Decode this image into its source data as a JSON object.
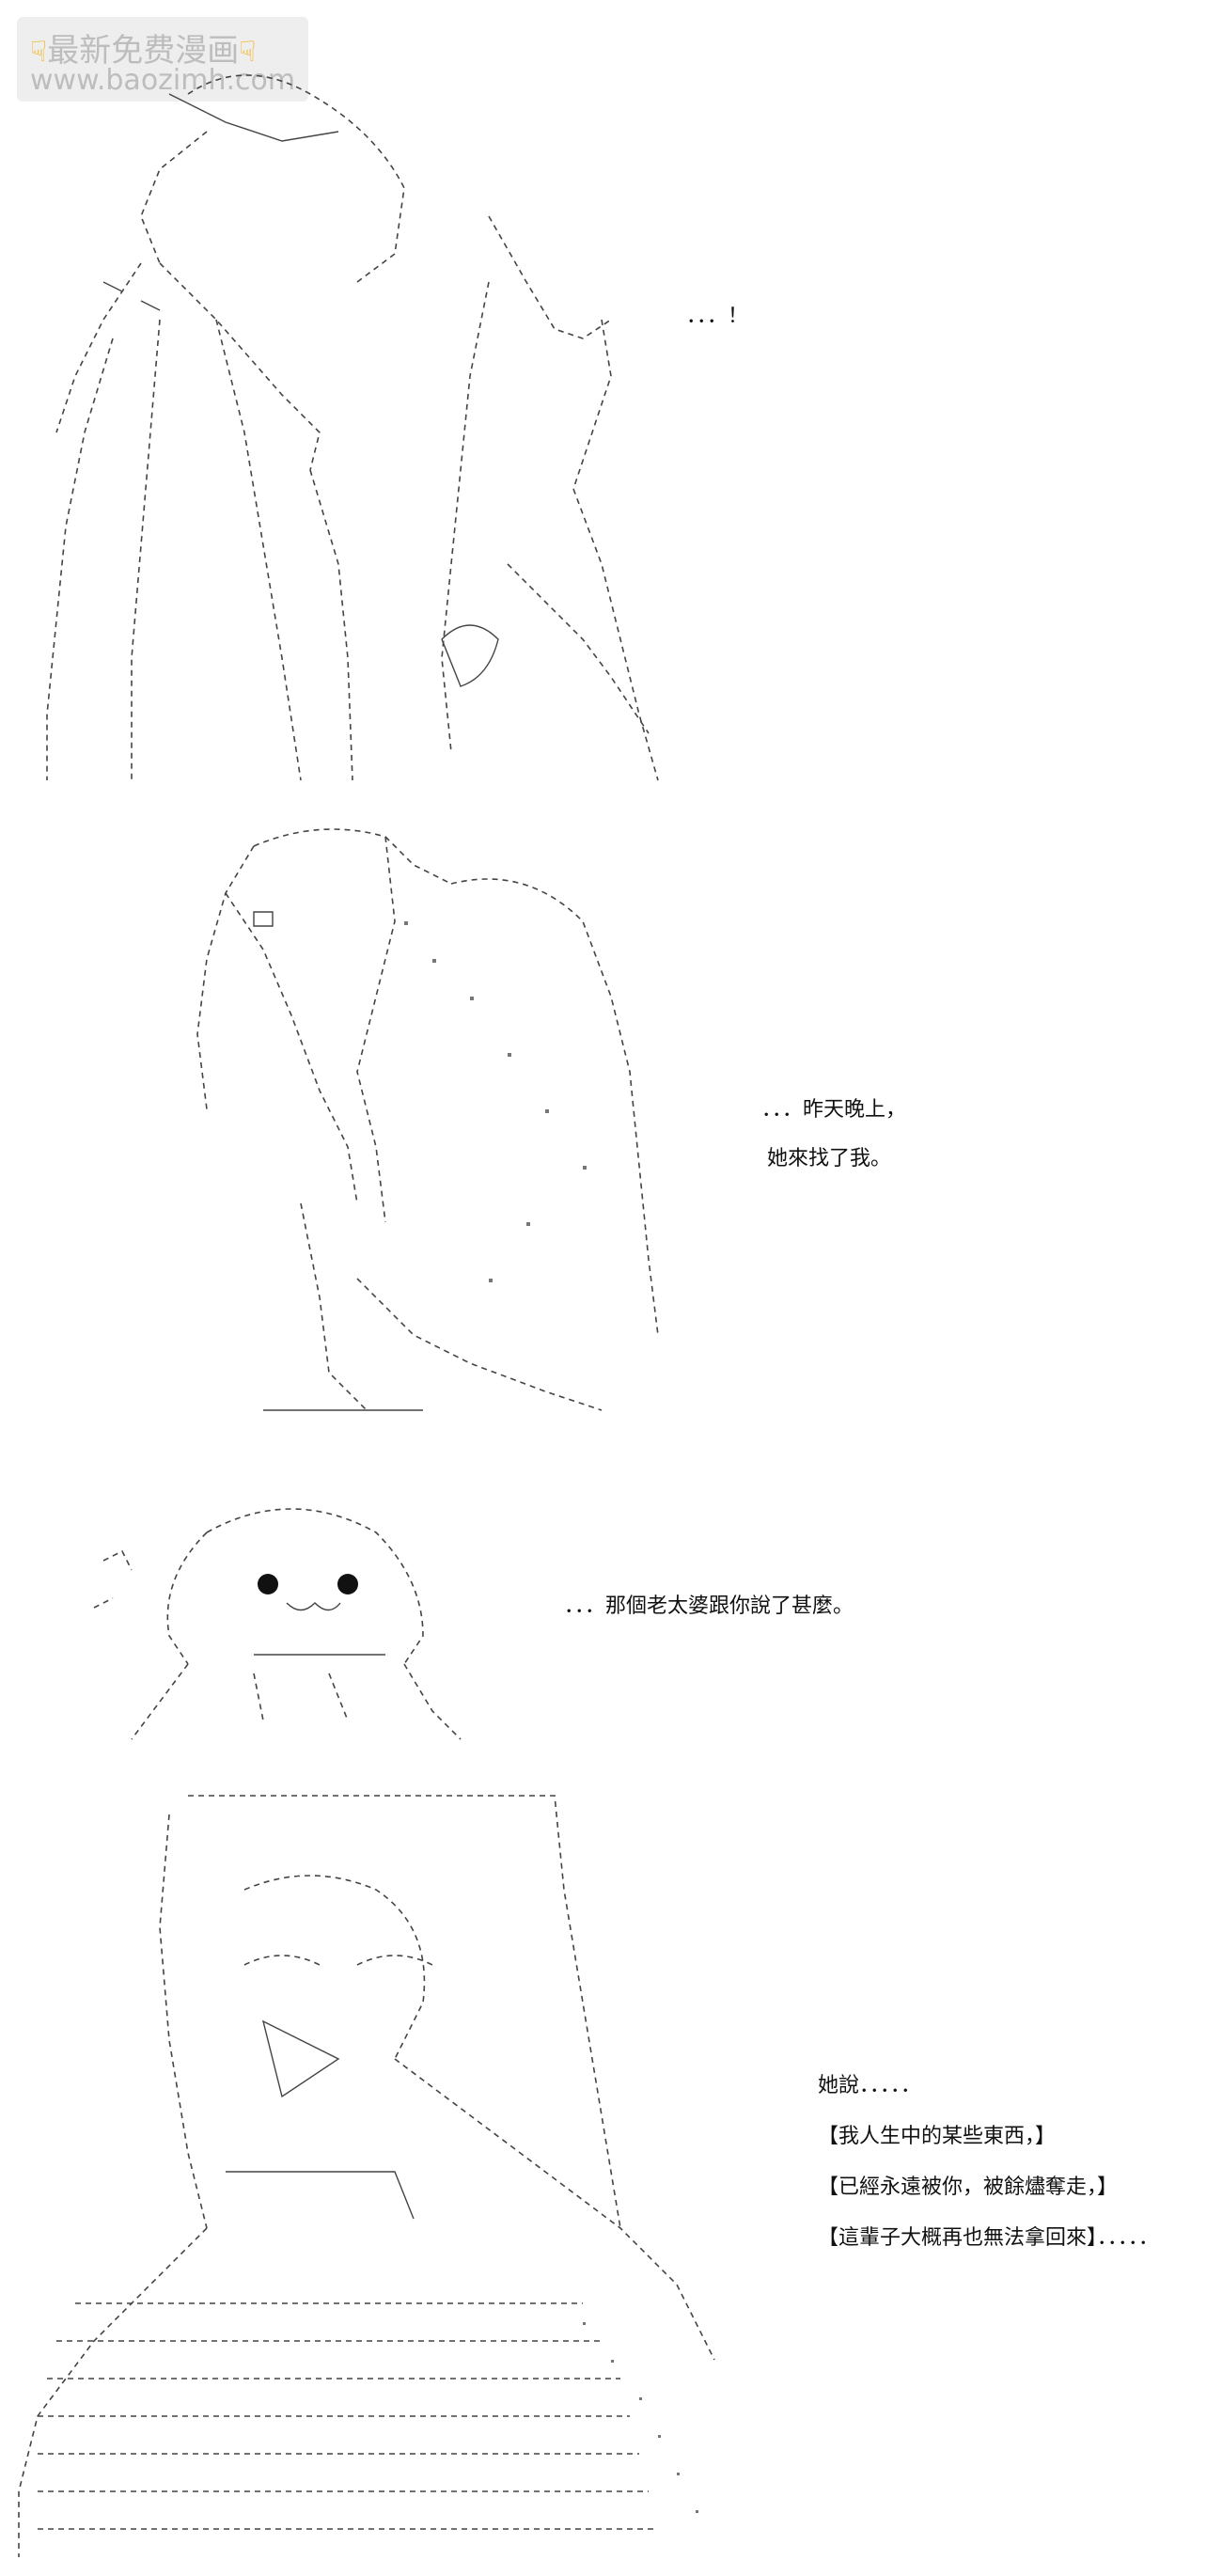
{
  "watermark": {
    "line1": "最新免费漫画",
    "line2": "www.baozimh.com",
    "icon": "pointing-hand-icon"
  },
  "panels": [
    {
      "id": "panel-1",
      "lines": [
        "．．．！"
      ]
    },
    {
      "id": "panel-2",
      "lines": [
        "．．．昨天晚上，",
        "她來找了我。"
      ]
    },
    {
      "id": "panel-3",
      "lines": [
        "．．．那個老太婆跟你說了甚麼。"
      ]
    },
    {
      "id": "panel-4",
      "lines": [
        "她說．．．．．",
        "【我人生中的某些東西，】",
        "【已經永遠被你，被餘燼奪走，】",
        "【這輩子大概再也無法拿回來】．．．．．"
      ]
    }
  ]
}
